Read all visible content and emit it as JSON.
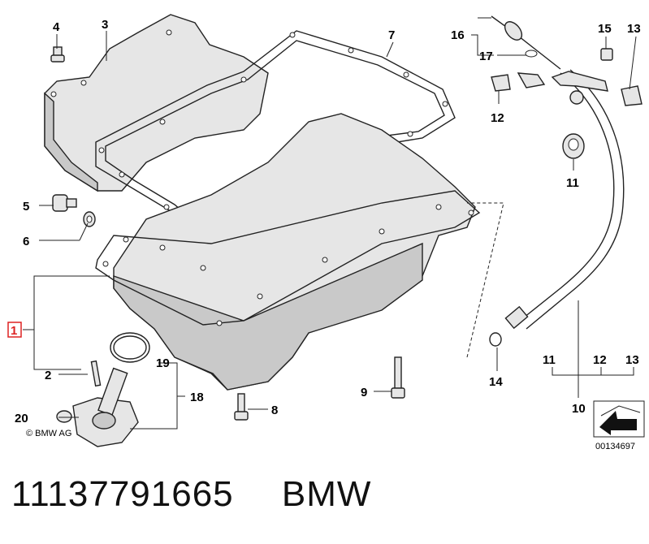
{
  "callouts": {
    "c1": "1",
    "c2": "2",
    "c3": "3",
    "c4": "4",
    "c5": "5",
    "c6": "6",
    "c7": "7",
    "c8": "8",
    "c9": "9",
    "c10": "10",
    "c11": "11",
    "c11b": "11",
    "c12": "12",
    "c12b": "12",
    "c13": "13",
    "c13b": "13",
    "c14": "14",
    "c15": "15",
    "c16": "16",
    "c17": "17",
    "c18": "18",
    "c19": "19",
    "c20": "20"
  },
  "copyright": "© BMW AG",
  "diagram_id": "00134697",
  "footer": {
    "part_number": "11137791665",
    "brand": "BMW"
  },
  "colors": {
    "highlight": "#dd2222",
    "line": "#222222",
    "part_fill": "#e6e6e6"
  }
}
